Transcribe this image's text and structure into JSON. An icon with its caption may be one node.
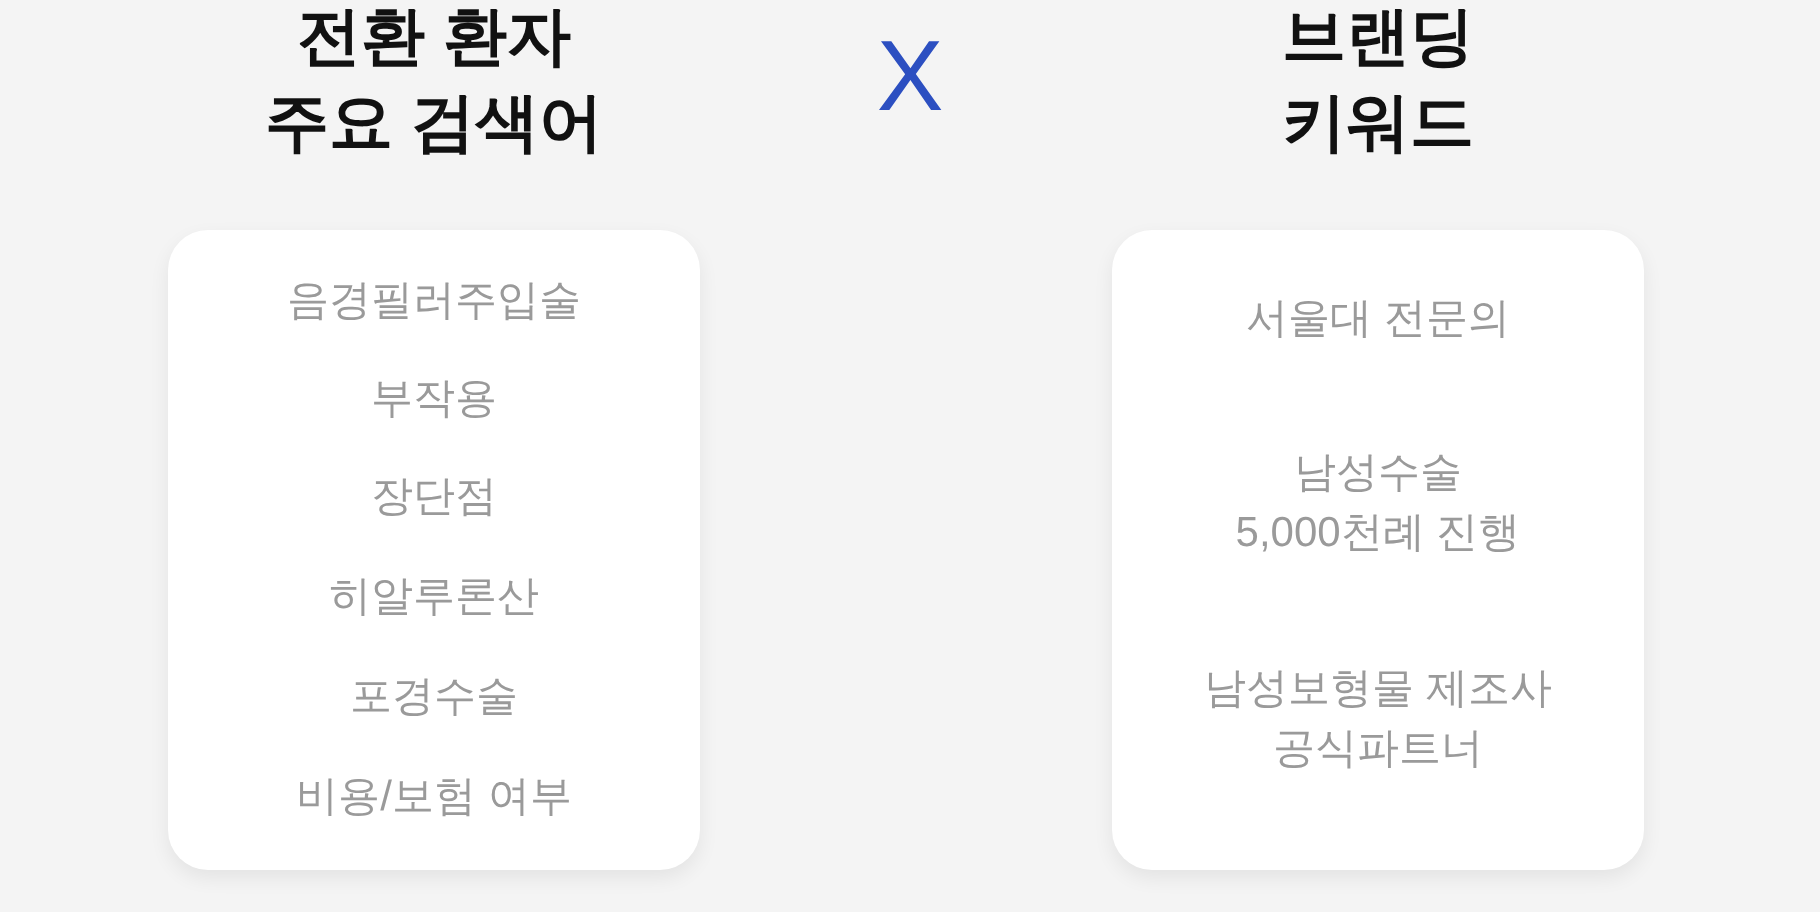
{
  "diagram": {
    "nodes": [
      {
        "text": [
          "전환 환자 주요 검색어",
          "음경필러주입술",
          "부작용",
          "장단점",
          "히알루론산",
          "포경수술",
          "비용/보험 여부"
        ]
      },
      {
        "text": [
          "브랜딩 키워드",
          "서울대 전문의",
          "남성수술 5,000천례 진행",
          "남성보형물 제조사 공식파트너"
        ]
      }
    ],
    "labels": [
      "X"
    ]
  }
}
